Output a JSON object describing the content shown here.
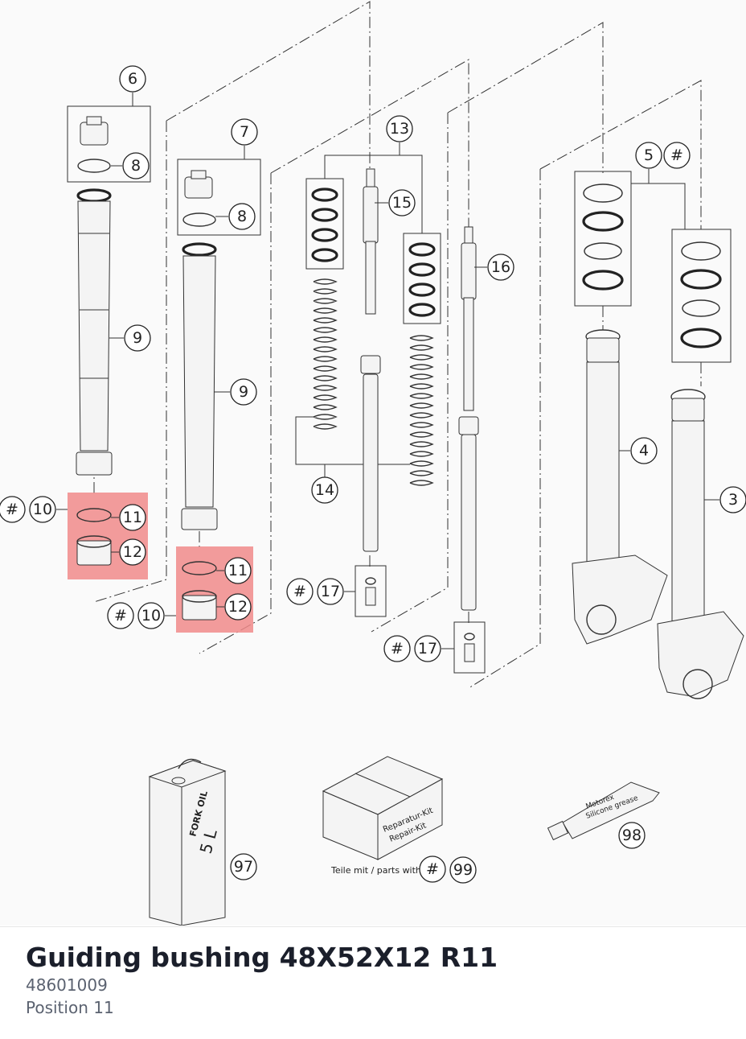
{
  "diagram": {
    "callouts": [
      "6",
      "7",
      "8",
      "8",
      "9",
      "9",
      "10",
      "10",
      "11",
      "11",
      "12",
      "12",
      "13",
      "14",
      "15",
      "16",
      "17",
      "17",
      "5",
      "4",
      "3",
      "97",
      "98",
      "99"
    ],
    "hash_symbol": "#",
    "oil_can_label_1": "FORK OIL",
    "oil_can_label_2": "5 L",
    "repair_kit_label_1": "Reparatur-Kit",
    "repair_kit_label_2": "Repair-Kit",
    "parts_note": "Teile mit / parts with",
    "grease_label_1": "Motorex",
    "grease_label_2": "Silicone grease",
    "highlight_color": "#f08a8a"
  },
  "part": {
    "title": "Guiding bushing 48X52X12 R11",
    "number": "48601009",
    "position": "Position 11"
  }
}
